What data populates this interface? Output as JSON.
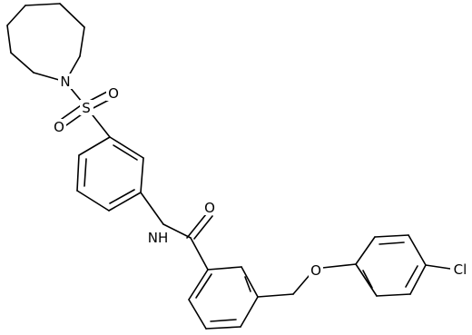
{
  "atoms": {
    "n_ring": "N",
    "s": "S",
    "o_s1": "O",
    "o_s2": "O",
    "nh": "NH",
    "o_amide": "O",
    "o_ether": "O",
    "cl": "Cl"
  },
  "colors": {
    "bond": "#000000",
    "background": "#ffffff"
  }
}
